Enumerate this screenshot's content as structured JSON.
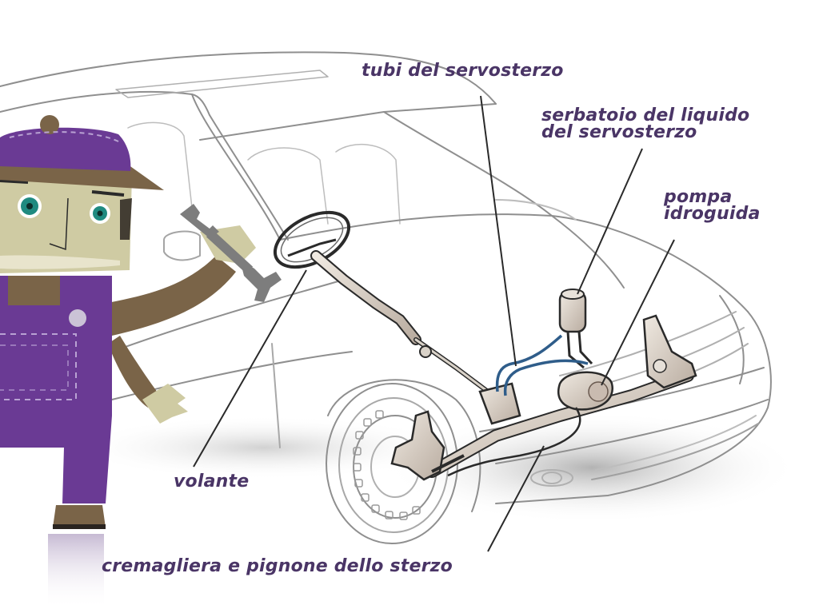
{
  "diagram": {
    "type": "labeled-illustration",
    "subject": "Power steering system of a car (Italian labels)",
    "colors": {
      "label_text": "#4a3566",
      "leader_line": "#2a2a2a",
      "car_outline": "#8a8a8a",
      "hydraulic_hoses": "#2f5d8a",
      "mechanic_overalls": "#6a3a94",
      "mechanic_skin": "#cfcba3",
      "mechanic_shirt": "#7a6448",
      "wrench": "#7d7d7d",
      "eyes": "#1f8a80"
    },
    "labels": [
      {
        "id": "power-steering-hoses",
        "text": "tubi del servosterzo"
      },
      {
        "id": "reservoir",
        "lines": [
          "serbatoio del liquido",
          "del servosterzo"
        ]
      },
      {
        "id": "pump",
        "lines": [
          "pompa",
          "idroguida"
        ]
      },
      {
        "id": "steering-wheel",
        "text": "volante"
      },
      {
        "id": "rack-and-pinion",
        "text": "cremagliera e pignone dello sterzo"
      }
    ],
    "figures": [
      "mechanic-mascot-with-wrench",
      "car-outline-cutaway",
      "steering-column",
      "rack-and-pinion-assembly",
      "front-wheel"
    ]
  }
}
